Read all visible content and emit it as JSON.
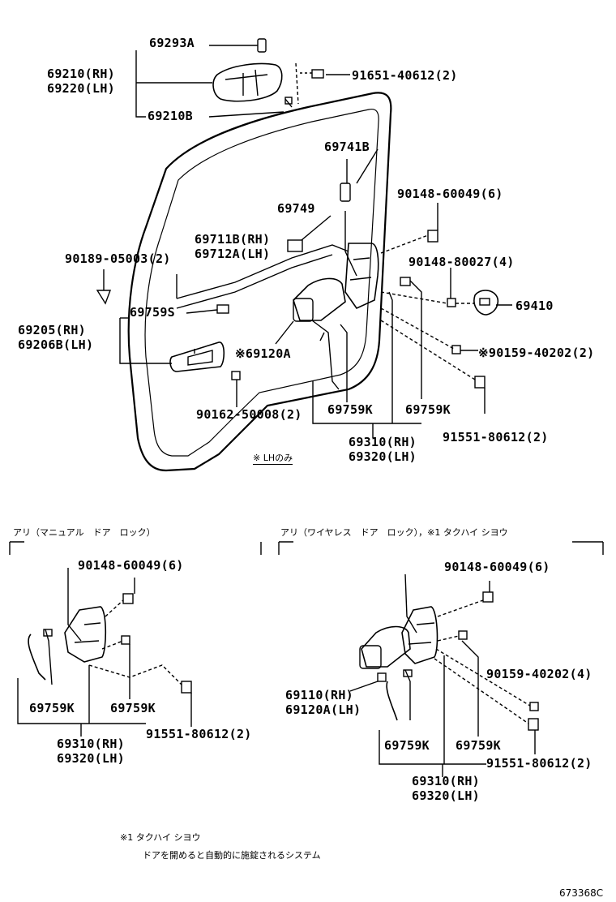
{
  "top": {
    "labels": {
      "p69293A": "69293A",
      "p69210RH": "69210(RH)",
      "p69220LH": "69220(LH)",
      "p69210B": "69210B",
      "p91651": "91651-40612(2)",
      "p69741B": "69741B",
      "p90148_6": "90148-60049(6)",
      "p69749": "69749",
      "p69711B": "69711B(RH)",
      "p69712A": "69712A(LH)",
      "p90189": "90189-05003(2)",
      "p90148_4": "90148-80027(4)",
      "p69410": "69410",
      "p69759S": "69759S",
      "p69205": "69205(RH)",
      "p69206B": "69206B(LH)",
      "p69120A": "※69120A",
      "p90159": "※90159-40202(2)",
      "p91551": "91551-80612(2)",
      "p90162": "90162-50008(2)",
      "p69759K_a": "69759K",
      "p69759K_b": "69759K",
      "p69310": "69310(RH)",
      "p69320": "69320(LH)",
      "lh_only": "※ LHのみ"
    }
  },
  "left_panel": {
    "title": "アリ（マニュアル　ドア　ロック）",
    "labels": {
      "p90148": "90148-60049(6)",
      "p69759K_a": "69759K",
      "p69759K_b": "69759K",
      "p91551": "91551-80612(2)",
      "p69310": "69310(RH)",
      "p69320": "69320(LH)"
    }
  },
  "right_panel": {
    "title": "アリ（ワイヤレス　ドア　ロック），※1 タクハイ シヨウ",
    "labels": {
      "p90148": "90148-60049(6)",
      "p90159": "90159-40202(4)",
      "p69110": "69110(RH)",
      "p69120A": "69120A(LH)",
      "p69759K_a": "69759K",
      "p69759K_b": "69759K",
      "p91551": "91551-80612(2)",
      "p69310": "69310(RH)",
      "p69320": "69320(LH)"
    }
  },
  "footnote": {
    "line1": "※1 タクハイ シヨウ",
    "line2": "ドアを開めると自動的に施錠されるシステム"
  },
  "diagram_id": "673368C"
}
